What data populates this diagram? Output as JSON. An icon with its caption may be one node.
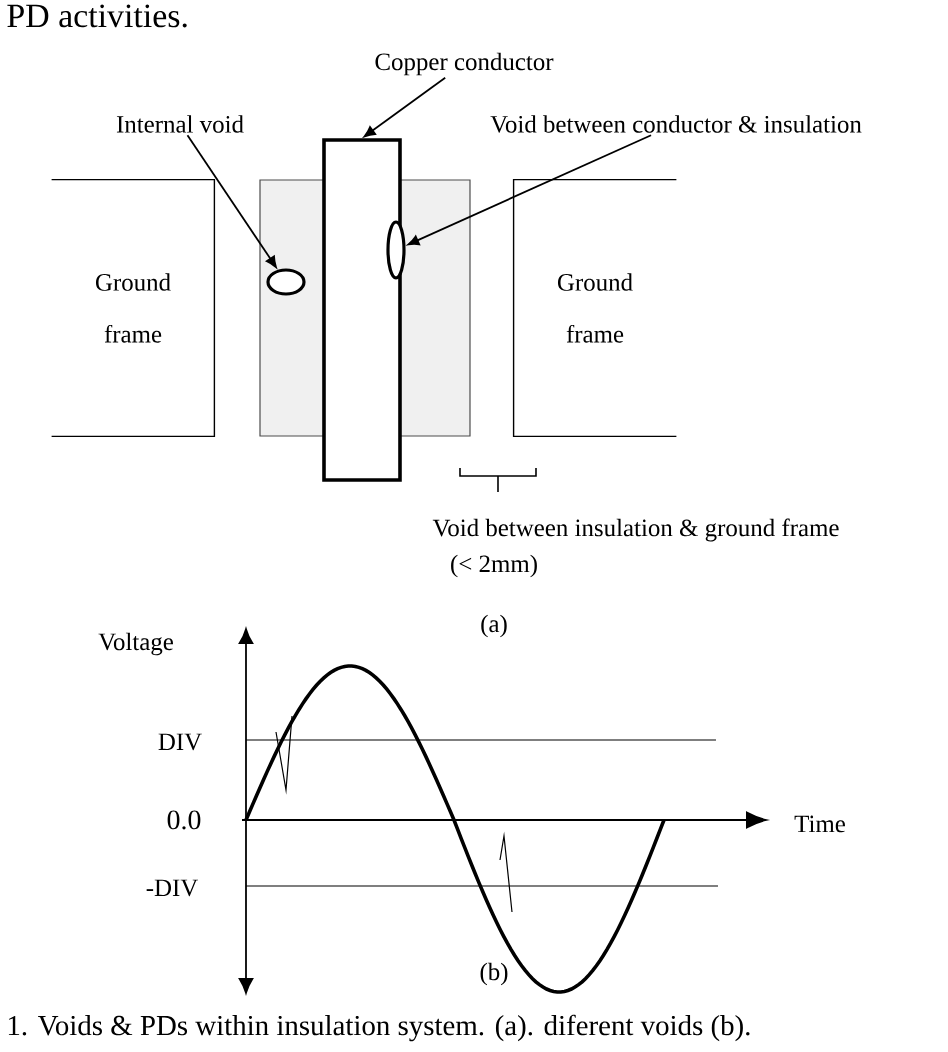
{
  "diagram": {
    "caption": "1. Voids & PDs within insulation system. (a). diferent voids (b).",
    "nodes": [
      {
        "text": [
          "Internal void"
        ]
      },
      {
        "text": [
          "Copper conductor"
        ]
      },
      {
        "text": [
          "Void between conductor & insulation"
        ]
      },
      {
        "text": [
          "Ground frame"
        ]
      },
      {
        "text": [],
        "shape": "box"
      },
      {
        "text": [],
        "shape": "circle",
        "in": 4
      },
      {
        "text": [],
        "shape": "box"
      },
      {
        "text": [],
        "shape": "circle",
        "in": 4
      },
      {
        "text": [
          "Ground frame"
        ]
      }
    ],
    "edges": [
      {
        "from": 0,
        "to": 5,
        "arrow": "to"
      },
      {
        "from": 1,
        "to": 6,
        "arrow": "to"
      },
      {
        "from": 2,
        "to": 7,
        "arrow": "to"
      }
    ],
    "labels": [
      "PD activities.",
      "Void between insulation & ground frame",
      "(< 2mm)",
      "(a)",
      "Voltage",
      "DIV",
      "0.0",
      "-DIV",
      "Time",
      "(b)"
    ]
  }
}
